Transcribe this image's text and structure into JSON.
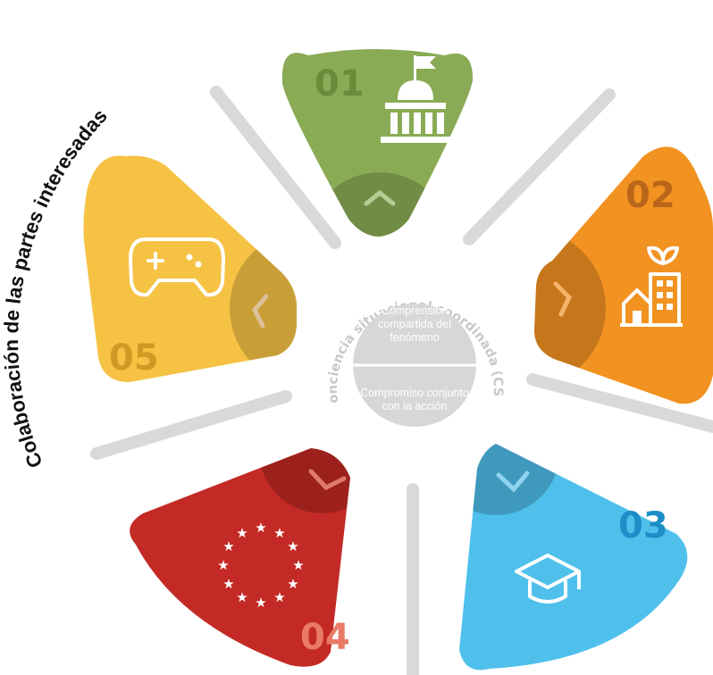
{
  "title_arc": "Colaboración de las partes interesadas",
  "center": {
    "arc_text": "Conciencia situacional coordinada (CSA)",
    "top_text": "Comprensión compartida del fenómeno",
    "bottom_text": "Compromiso conjunto con la acción"
  },
  "segments": [
    {
      "number": "01",
      "color": "#8aab55",
      "icon": "government-building-icon"
    },
    {
      "number": "02",
      "color": "#f29221",
      "icon": "sustainable-city-icon"
    },
    {
      "number": "03",
      "color": "#4fc0ec",
      "icon": "graduation-cap-icon"
    },
    {
      "number": "04",
      "color": "#c42a25",
      "icon": "eu-stars-icon"
    },
    {
      "number": "05",
      "color": "#f5c244",
      "icon": "game-controller-icon"
    }
  ],
  "colors": {
    "number_01": "#6b8a3c",
    "number_02": "#b9651a",
    "number_03": "#1d8ec7",
    "number_04": "#e97a66",
    "number_05": "#cf9a24",
    "divider": "#d9d9d9",
    "center_disc": "#d7d7d7",
    "center_arc_text": "#c8c8c8"
  }
}
